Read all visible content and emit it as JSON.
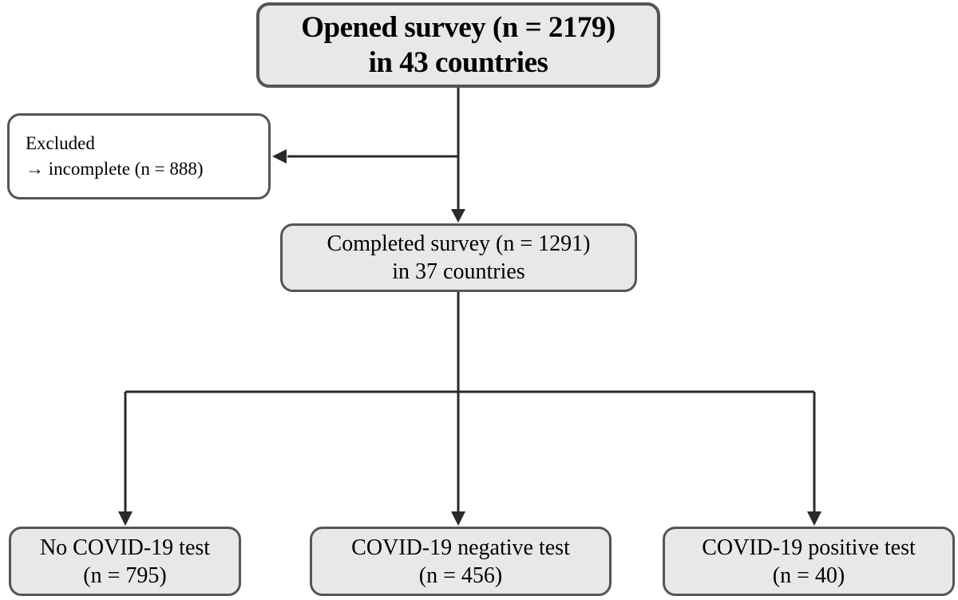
{
  "diagram": {
    "opened": {
      "line1": "Opened survey (n = 2179)",
      "line2": "in 43 countries"
    },
    "excluded": {
      "line1": "Excluded",
      "line2": "→  incomplete (n = 888)"
    },
    "completed": {
      "line1": "Completed survey (n = 1291)",
      "line2": "in 37 countries"
    },
    "no_test": {
      "line1": "No COVID-19 test",
      "line2": "(n = 795)"
    },
    "negative_test": {
      "line1": "COVID-19 negative test",
      "line2": "(n = 456)"
    },
    "positive_test": {
      "line1": "COVID-19 positive test",
      "line2": "(n = 40)"
    }
  },
  "colors": {
    "box_fill": "#e8e8e8",
    "box_border": "#555555",
    "connector": "#2a2a2a",
    "excluded_fill": "#ffffff"
  }
}
